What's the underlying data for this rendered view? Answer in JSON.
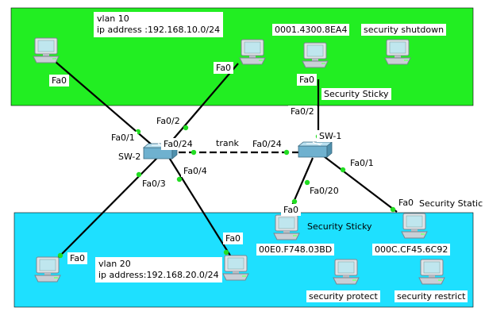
{
  "colors": {
    "vlan10_area": "#22ee22",
    "vlan20_area": "#1ee0ff",
    "link": "#000000",
    "port_dot": "#22dd22",
    "switch_body": "#6fb1cf"
  },
  "icons": {
    "pc": "pc-icon",
    "switch": "switch-icon"
  },
  "vlan10": {
    "line1": "vlan 10",
    "line2": "ip address :192.168.10.0/24"
  },
  "vlan20": {
    "line1": "vlan 20",
    "line2": "ip address:192.168.20.0/24"
  },
  "switches": {
    "sw1": "SW-1",
    "sw2": "SW-2"
  },
  "trunk": "trank",
  "ports": {
    "pc1_fa0": "Fa0",
    "sw2_fa0_1": "Fa0/1",
    "pc2_fa0": "Fa0",
    "sw2_fa0_2": "Fa0/2",
    "sw2_fa0_24": "Fa0/24",
    "sw1_fa0_24": "Fa0/24",
    "pc3_fa0": "Fa0",
    "sw1_fa0_2": "Fa0/2",
    "sw2_fa0_3": "Fa0/3",
    "sw2_fa0_4": "Fa0/4",
    "sw1_fa0_20": "Fa0/20",
    "sw1_fa0_1": "Fa0/1",
    "pc6_fa0": "Fa0",
    "pc5_fa0": "Fa0",
    "pc7_fa0": "Fa0",
    "pc8_fa0": "Fa0"
  },
  "notes": {
    "mac_top": "0001.4300.8EA4",
    "security_shutdown": "security shutdown",
    "security_sticky_top": "Security Sticky",
    "security_sticky_bottom": "Security Sticky",
    "security_static": "Security Static",
    "mac_sticky_bottom": "00E0.F748.03BD",
    "mac_static": "000C.CF45.6C92",
    "security_protect": "security protect",
    "security_restrict": "security restrict"
  }
}
